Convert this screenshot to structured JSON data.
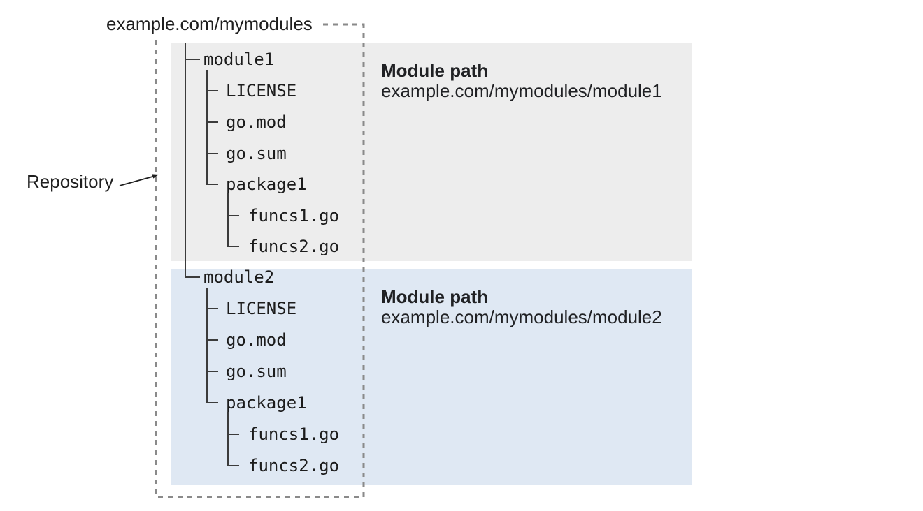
{
  "title_label": "example.com/mymodules",
  "repository_label": "Repository",
  "colors": {
    "module1_bg": "#ededed",
    "module2_bg": "#dfe8f3",
    "dashed_border": "#8a8a8a",
    "tree_line": "#3b3b3b"
  },
  "modules": [
    {
      "name": "module1",
      "files": [
        "LICENSE",
        "go.mod",
        "go.sum"
      ],
      "package": {
        "name": "package1",
        "files": [
          "funcs1.go",
          "funcs2.go"
        ]
      },
      "info": {
        "heading": "Module path",
        "path": "example.com/mymodules/module1"
      }
    },
    {
      "name": "module2",
      "files": [
        "LICENSE",
        "go.mod",
        "go.sum"
      ],
      "package": {
        "name": "package1",
        "files": [
          "funcs1.go",
          "funcs2.go"
        ]
      },
      "info": {
        "heading": "Module path",
        "path": "example.com/mymodules/module2"
      }
    }
  ]
}
